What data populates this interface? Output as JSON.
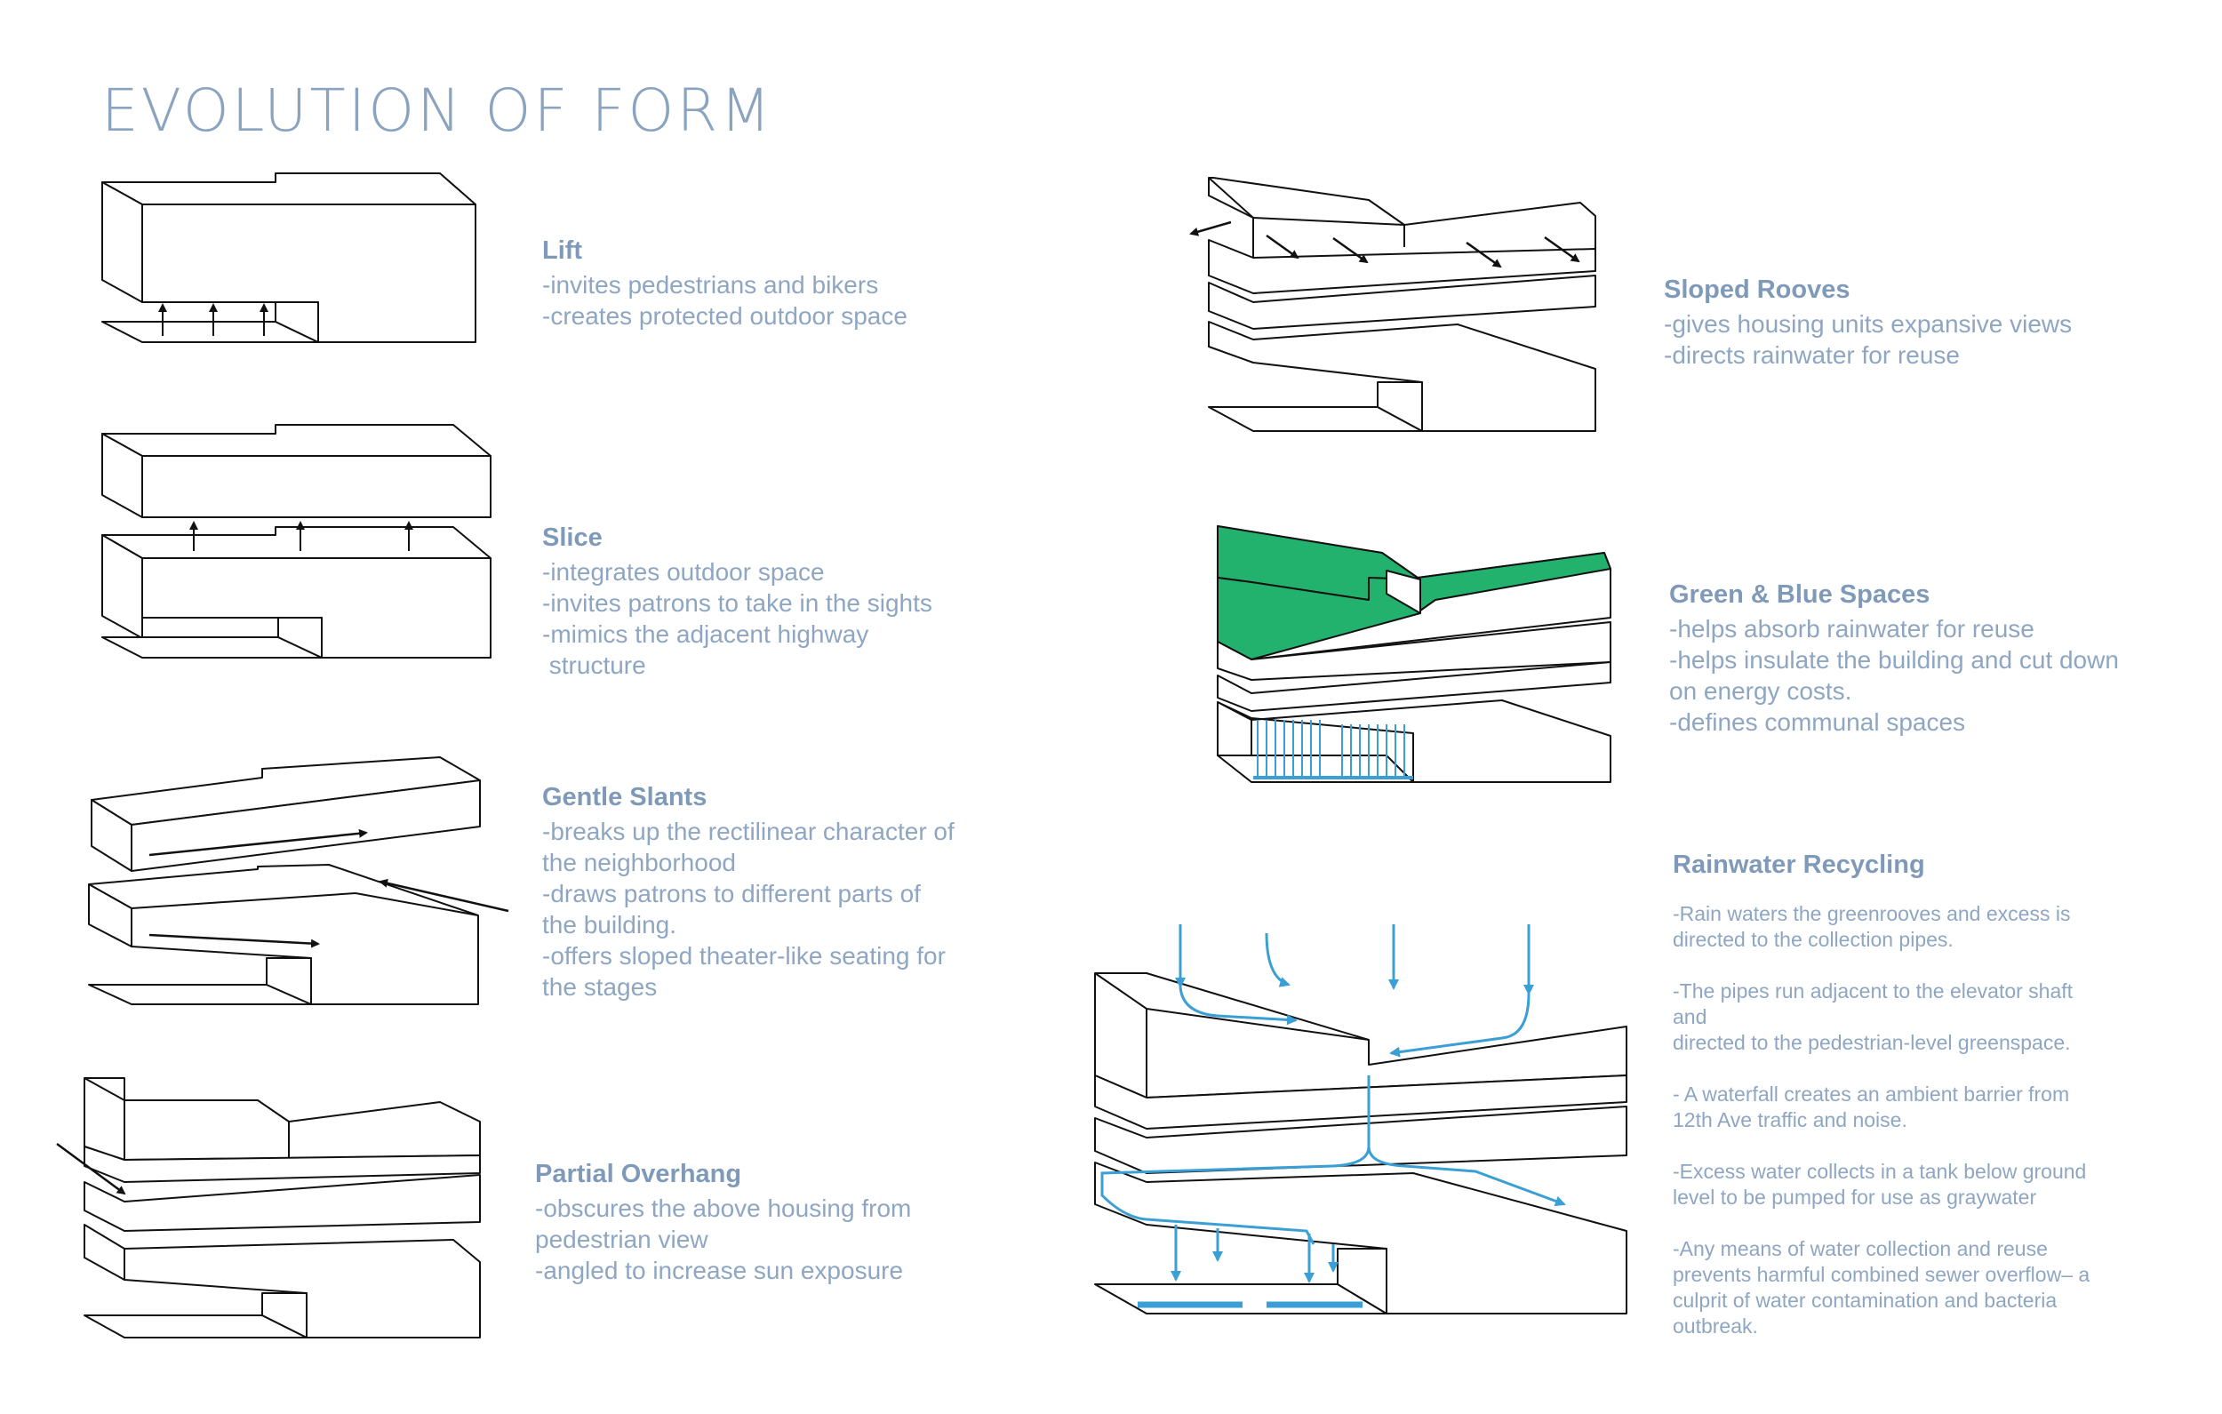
{
  "title": "EVOLUTION OF FORM",
  "colors": {
    "text": "#8ea6c2",
    "title": "#8aa3c0",
    "green": "#22b26e",
    "water": "#3a9fd5",
    "line": "#111111"
  },
  "steps": [
    {
      "title": "Lift",
      "lines": [
        "-invites pedestrians and bikers",
        "-creates protected outdoor space"
      ]
    },
    {
      "title": "Slice",
      "lines": [
        "-integrates outdoor space",
        "-invites patrons to take in the sights",
        "-mimics the adjacent highway",
        " structure"
      ]
    },
    {
      "title": "Gentle Slants",
      "lines": [
        "-breaks up the rectilinear character of",
        "the neighborhood",
        "-draws patrons to different parts of",
        "the building.",
        "-offers sloped theater-like seating for",
        "the stages"
      ]
    },
    {
      "title": "Partial Overhang",
      "lines": [
        "-obscures the above housing from",
        "pedestrian view",
        "-angled to increase sun exposure"
      ]
    },
    {
      "title": "Sloped Rooves",
      "lines": [
        "-gives housing units expansive views",
        "-directs rainwater for reuse"
      ]
    },
    {
      "title": "Green & Blue Spaces",
      "lines": [
        "-helps absorb rainwater for reuse",
        "-helps insulate the building and cut down",
        "on energy costs.",
        "-defines communal spaces"
      ]
    }
  ],
  "recycling": {
    "title": "Rainwater Recycling",
    "paragraphs": [
      [
        "-Rain waters the greenrooves and excess is",
        "directed to the collection pipes."
      ],
      [
        "-The pipes run adjacent to the elevator shaft",
        "and",
        "directed to the pedestrian-level greenspace."
      ],
      [
        "- A waterfall creates an ambient barrier from",
        "12th Ave traffic and noise."
      ],
      [
        "-Excess water collects in a tank below ground",
        "level to be pumped for use as graywater"
      ],
      [
        "-Any means of water collection and reuse",
        "prevents harmful combined sewer overflow– a",
        "culprit of water contamination and bacteria",
        "outbreak."
      ]
    ]
  }
}
